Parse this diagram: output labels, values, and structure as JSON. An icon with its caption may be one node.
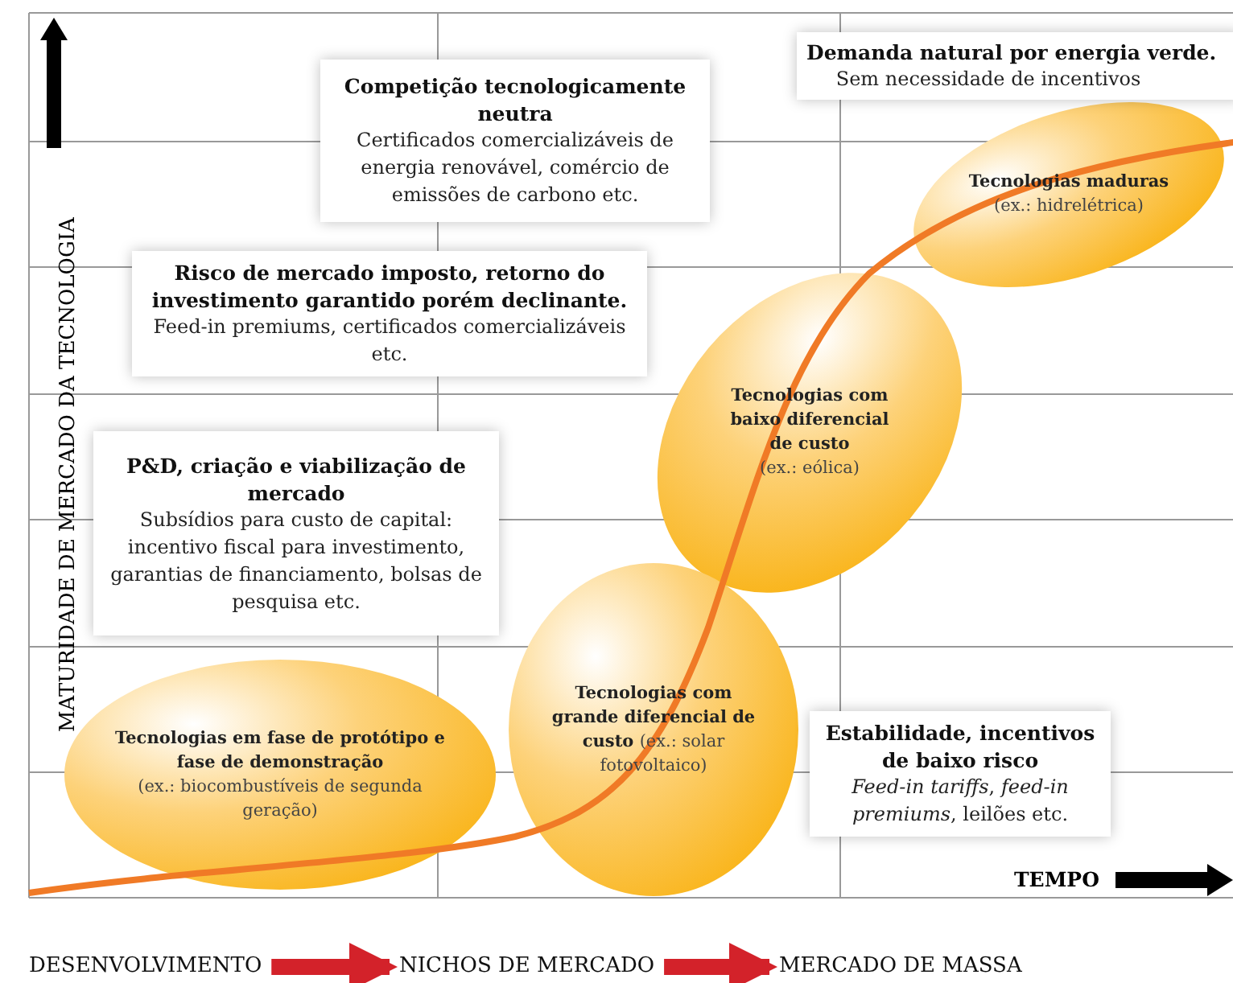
{
  "diagram": {
    "nodes": [
      {
        "text": [
          "Demanda natural por energia verde.",
          "Sem necessidade de incentivos"
        ]
      },
      {
        "text": [
          "Competição tecnologicamente neutra",
          "Certificados comercializáveis de energia renovável, comércio de emissões de carbono etc."
        ]
      },
      {
        "text": [
          "Tecnologias maduras",
          "(ex.: hidrelétrica)"
        ]
      },
      {
        "text": [
          "Risco de mercado imposto, retorno do investimento garantido porém declinante.",
          "Feed-in premiums, certificados comercializáveis etc."
        ]
      },
      {
        "text": [
          "Tecnologias com baixo diferencial de custo",
          "(ex.: eólica)"
        ]
      },
      {
        "text": [
          "P&D, criação e viabilização de mercado",
          "Subsídios para custo de capital: incentivo fiscal para investimento, garantias de financiamento, bolsas de pesquisa etc."
        ]
      },
      {
        "text": [
          "Tecnologias com grande diferencial de custo",
          "(ex.: solar fotovoltaico)"
        ]
      },
      {
        "text": [
          "Tecnologias em fase de protótipo e fase de demonstração",
          "(ex.: biocombustíveis de segunda geração)"
        ]
      },
      {
        "text": [
          "Estabilidade, incentivos de baixo risco",
          "*Feed-in tariffs*, *feed-in premiums*, leilões etc."
        ]
      },
      {
        "text": [
          "DESENVOLVIMENTO"
        ]
      },
      {
        "text": [
          "NICHOS DE MERCADO"
        ]
      },
      {
        "text": [
          "MERCADO DE MASSA"
        ]
      }
    ],
    "edges": [
      {
        "from": 9,
        "to": 10,
        "arrow": "to"
      },
      {
        "from": 10,
        "to": 11,
        "arrow": "to"
      }
    ],
    "labels": [
      "MATURIDADE DE MERCADO DA TECNOLOGIA",
      "TEMPO"
    ]
  }
}
